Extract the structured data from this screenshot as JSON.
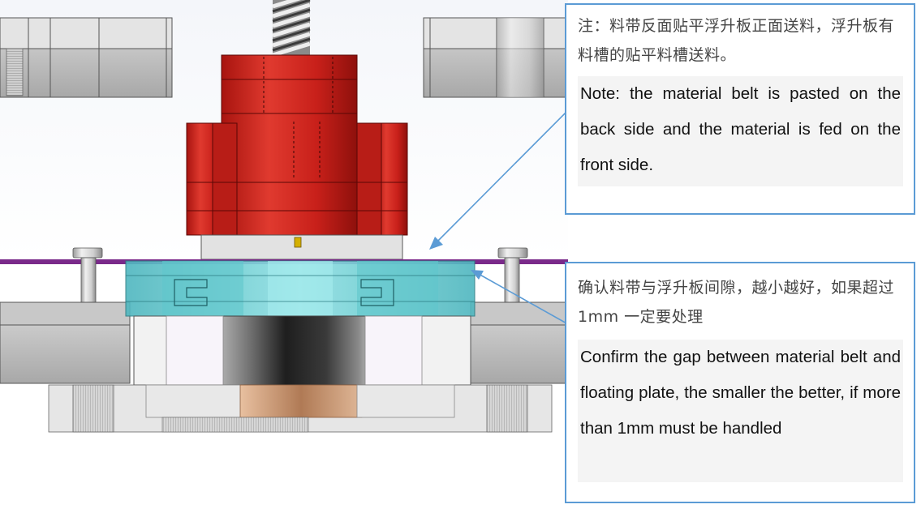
{
  "notes": {
    "top": {
      "zh": "注：料带反面贴平浮升板正面送料，浮升板有料槽的贴平料槽送料。",
      "en": "Note: the material belt is pasted on the back side and the material is fed on the front side."
    },
    "bottom": {
      "zh": "确认料带与浮升板间隙，越小越好，如果超过 1mm 一定要处理",
      "en": "Confirm the gap between material belt and floating plate, the smaller the better, if more than 1mm must be handled"
    }
  },
  "colors": {
    "callout_border": "#5b9bd5",
    "red_block": "#d42a24",
    "cyan_plate": "#6ccfd3",
    "material_belt": "#7a2a8a",
    "steel_grey": "#cfcfcf"
  }
}
